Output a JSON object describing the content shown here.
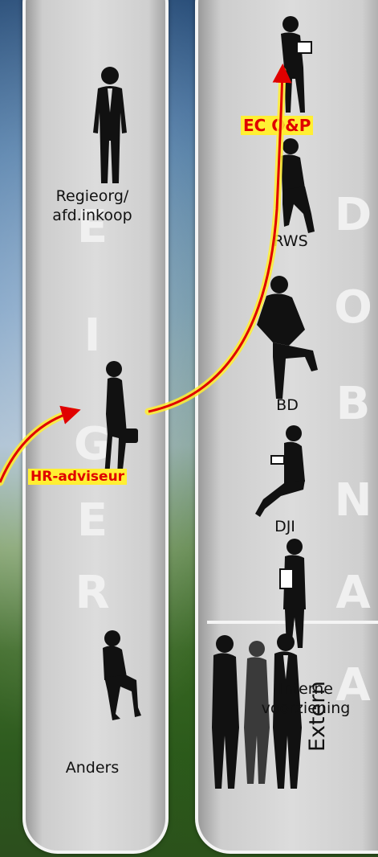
{
  "regie": {
    "letters": [
      "R",
      "E",
      "G",
      "I",
      "E"
    ],
    "nodes": {
      "regieorg": "Regieorg/\nafd.inkoop",
      "hr": "HR-adviseur",
      "anders": "Anders"
    }
  },
  "aanbod": {
    "letters": [
      "A",
      "A",
      "N",
      "B",
      "O",
      "D"
    ],
    "nodes": {
      "ec": "EC O&P",
      "rws": "RWS",
      "bd": "BD",
      "dji": "DJI",
      "interne": "Interne\nvoorziening",
      "extern": "Extern"
    }
  },
  "colors": {
    "arrow": "#e00000",
    "arrow_glow": "#ffef33",
    "highlight_text": "#e00000",
    "highlight_bg": "#ffef33"
  },
  "icons": [
    "person-silhouette-icon",
    "group-silhouette-icon"
  ]
}
